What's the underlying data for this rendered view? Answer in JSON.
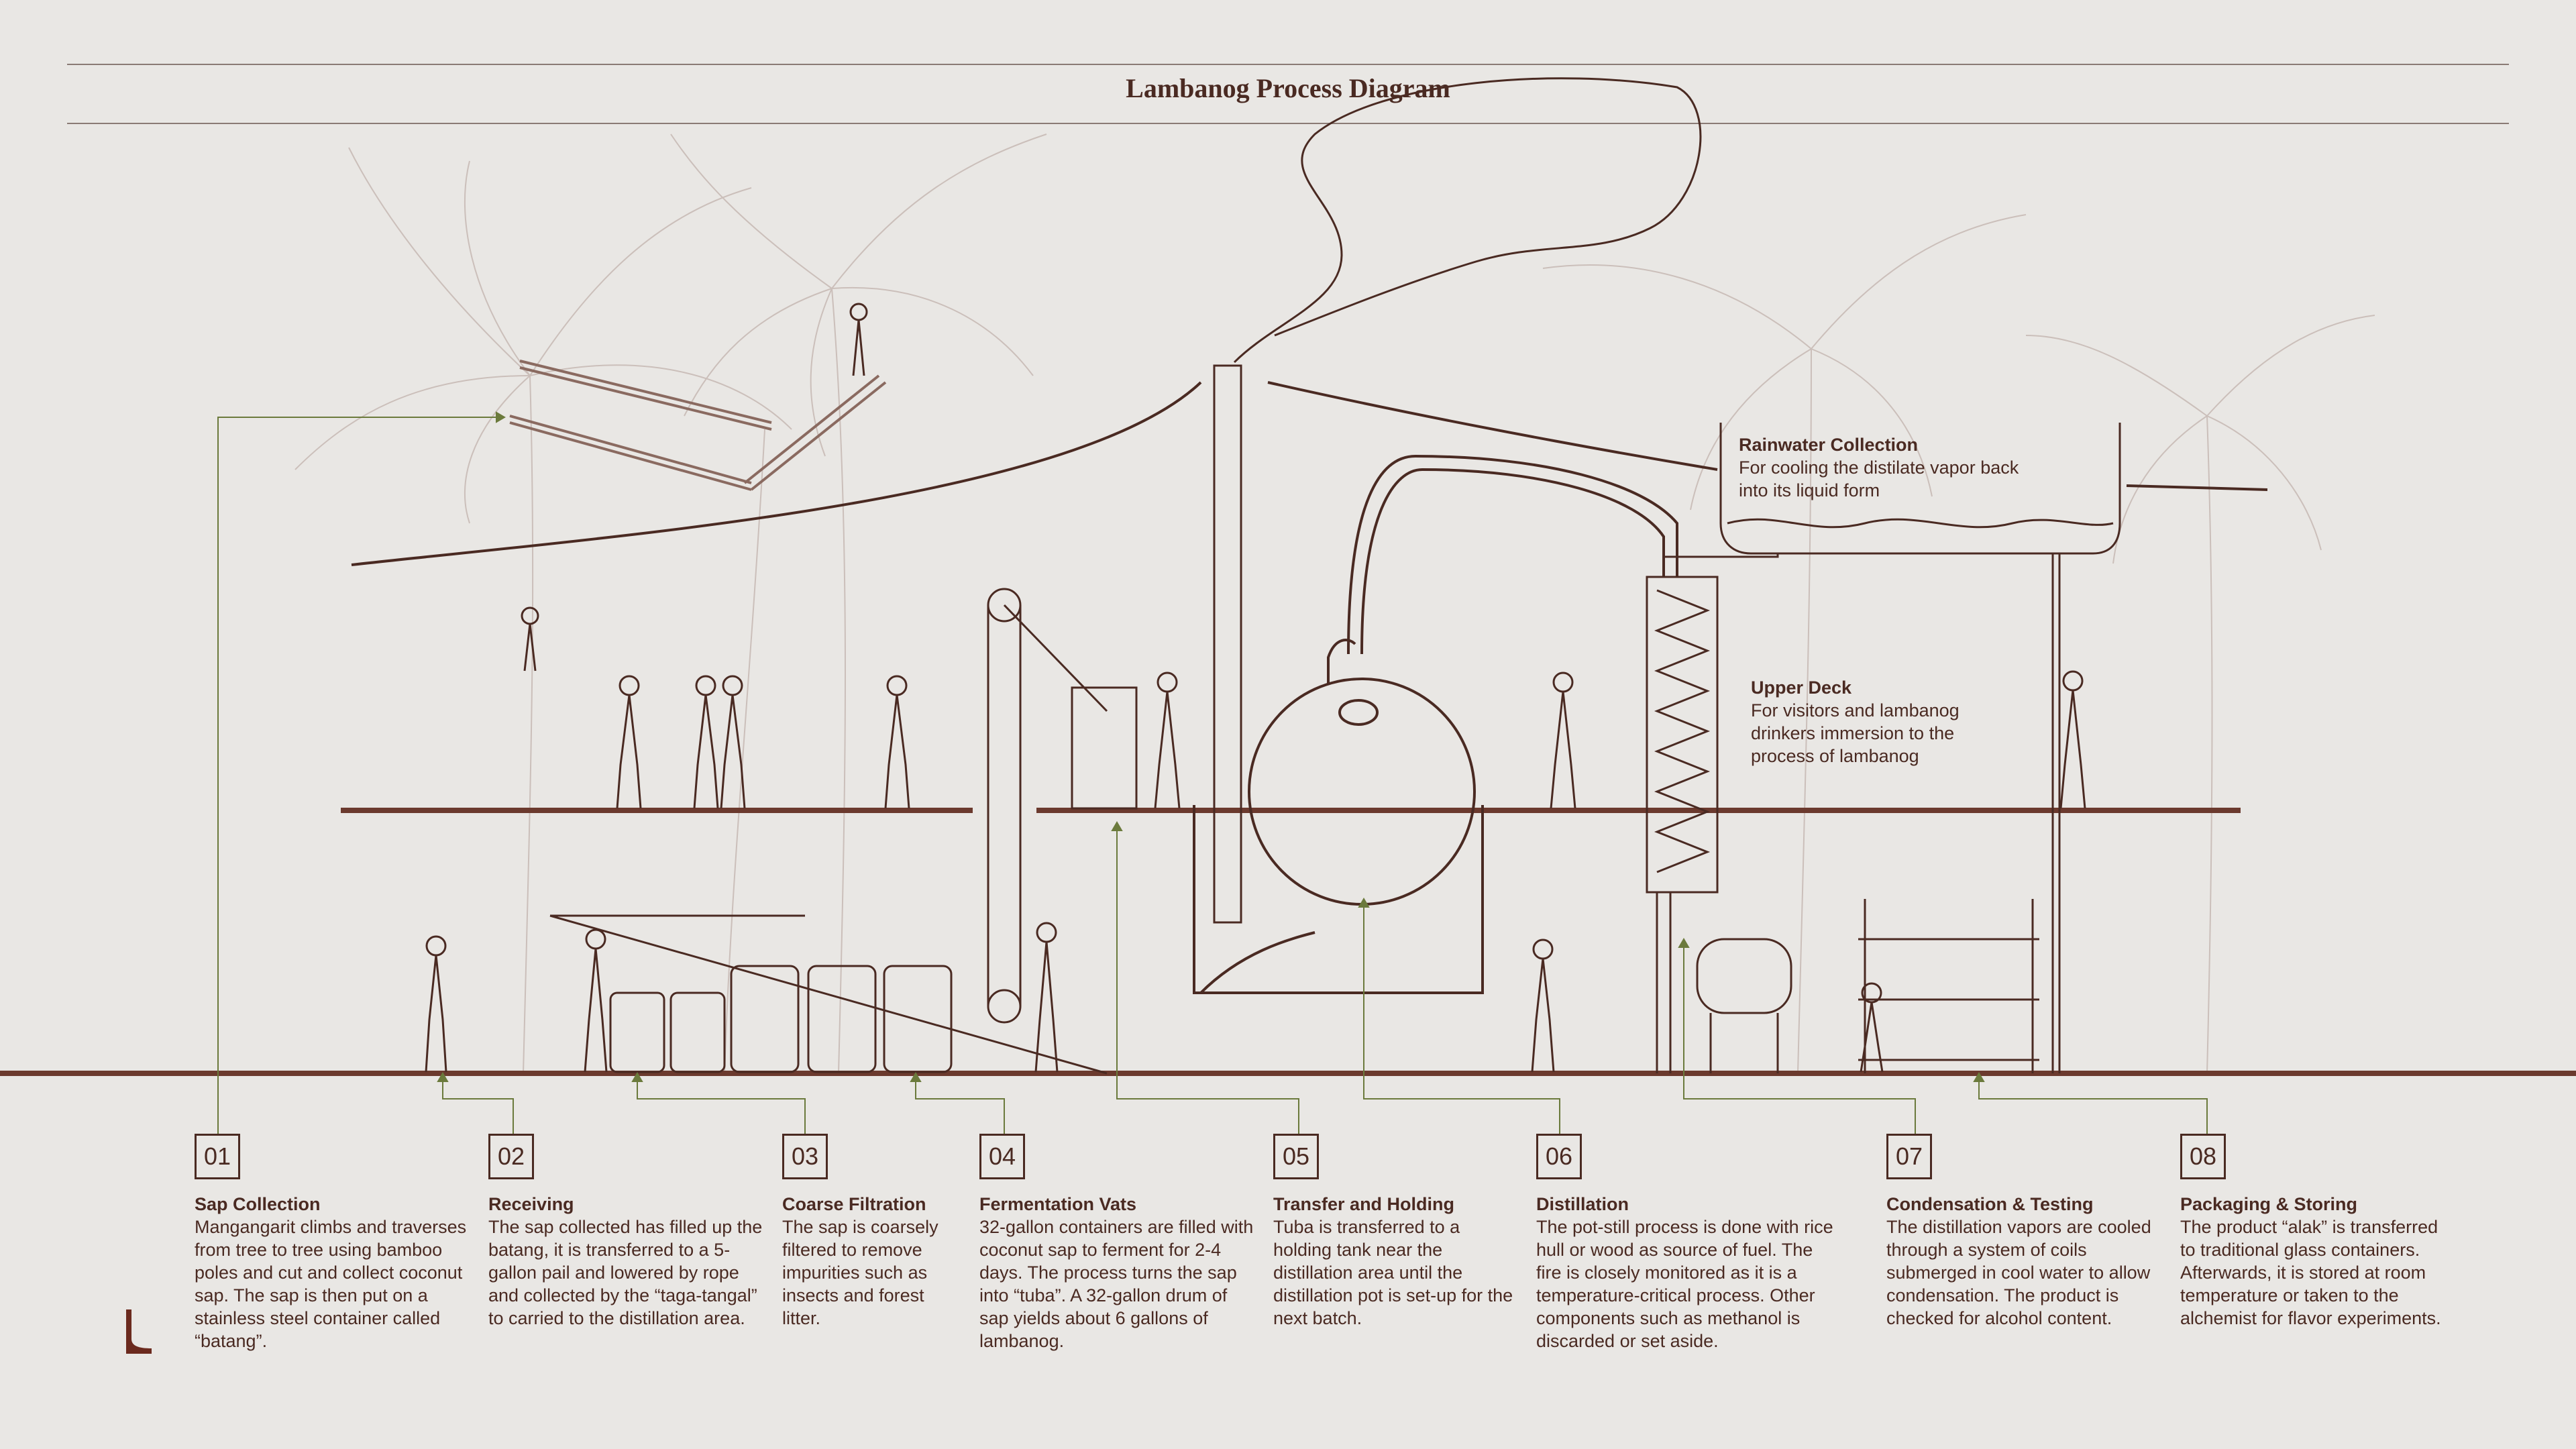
{
  "title": "Lambanog Process Diagram",
  "colors": {
    "ink": "#4a2a22",
    "leader": "#6b7a3c",
    "light": "#bfb6b1",
    "bg": "#e9e7e4"
  },
  "callouts": [
    {
      "title": "Rainwater Collection",
      "text": "For cooling the distilate vapor back into its liquid form"
    },
    {
      "title": "Upper Deck",
      "text": "For visitors and lambanog drinkers immersion to the process of lambanog"
    }
  ],
  "steps": [
    {
      "num": "01",
      "title": "Sap Collection",
      "desc": "Mangangarit climbs and traverses from tree to tree using bamboo poles and cut and collect coconut sap. The sap is then put on a stainless steel container called “batang”."
    },
    {
      "num": "02",
      "title": "Receiving",
      "desc": "The sap collected has filled up the batang, it is transferred to a 5-gallon pail and lowered by rope and collected by the “taga-tangal” to carried to the distillation area."
    },
    {
      "num": "03",
      "title": "Coarse Filtration",
      "desc": "The sap is coarsely filtered to remove impurities such as insects and forest litter."
    },
    {
      "num": "04",
      "title": "Fermentation Vats",
      "desc": "32-gallon containers are filled with coconut sap to ferment for 2-4 days. The process turns the sap into “tuba”. A 32-gallon drum of sap yields about 6 gallons of lambanog."
    },
    {
      "num": "05",
      "title": "Transfer and Holding",
      "desc": "Tuba is transferred to a holding tank near the distillation area until the distillation pot is set-up for the next batch."
    },
    {
      "num": "06",
      "title": "Distillation",
      "desc": "The pot-still process is done with rice hull or wood as source of fuel. The fire is closely monitored as it is a temperature-critical process. Other components such as methanol is discarded or set aside."
    },
    {
      "num": "07",
      "title": "Condensation & Testing",
      "desc": "The distillation vapors are cooled through a system of coils submerged in cool water to allow condensation. The product is checked for alcohol content."
    },
    {
      "num": "08",
      "title": "Packaging & Storing",
      "desc": "The product “alak” is transferred to traditional glass containers. Afterwards, it is stored at room temperature or taken to the alchemist for flavor experiments."
    }
  ]
}
